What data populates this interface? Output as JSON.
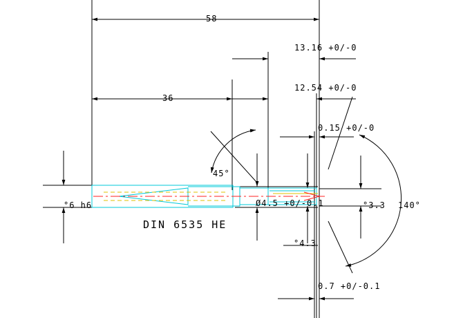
{
  "drawing": {
    "part_label": "DIN 6535 HE",
    "dimensions": {
      "overall_length": "58",
      "shank_length": "36",
      "length_a": "13.16 +0/-0",
      "length_b": "12.54 +0/-0",
      "length_c": "0.15 +0/-0",
      "chamfer_angle": "45°",
      "point_angle": "140°",
      "shank_diameter": "°6 h6",
      "tip_diameter": "Ø4.5 +0/-0.1",
      "diameter_3_3": "°3.3",
      "diameter_4_3": "°4.3",
      "tip_length": "0.7 +0/-0.1"
    },
    "colors": {
      "dimension": "#000000",
      "outline": "#00c8d8",
      "centerline": "#ff2020",
      "inner": "#e0c000"
    }
  }
}
